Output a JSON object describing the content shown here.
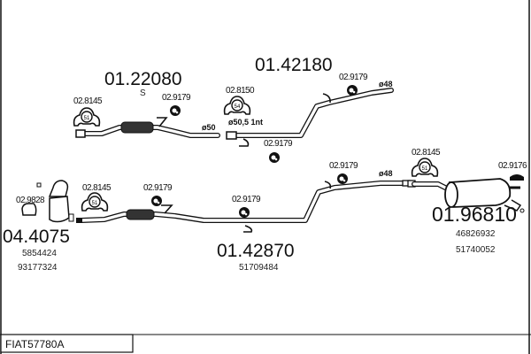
{
  "title_box": "FIAT57780A",
  "parts": {
    "front_pipe": {
      "number": "01.22080",
      "note": "S"
    },
    "middle_pipe_a": {
      "number": "01.42180",
      "diameter_in": "ø50,5 1nt",
      "diameter_out": "ø48"
    },
    "front_pipe_diameter": "ø50",
    "middle_pipe_b": {
      "number": "01.42870",
      "oe": "51709484",
      "diameter_out": "ø48"
    },
    "catalyst": {
      "number": "04.4075",
      "oe": [
        "5854424",
        "93177324"
      ]
    },
    "rear_muffler": {
      "number": "01.96810",
      "oe": [
        "46826932",
        "51740052"
      ]
    }
  },
  "fittings": {
    "clamp_8145_a": "02.8145",
    "hanger_9179_a": "02.9179",
    "clamp_8150": "02.8150",
    "hanger_9179_b": "02.9179",
    "hanger_9179_c": "02.9179",
    "gasket_9828": "02.9828",
    "clamp_8145_b": "02.8145",
    "hanger_9179_d": "02.9179",
    "hanger_9179_e": "02.9179",
    "hanger_9179_f": "02.9179",
    "clamp_8145_c": "02.8145",
    "hanger_9176": "02.9176"
  },
  "clamp_sizes": {
    "c51": "51",
    "c54": "54"
  }
}
